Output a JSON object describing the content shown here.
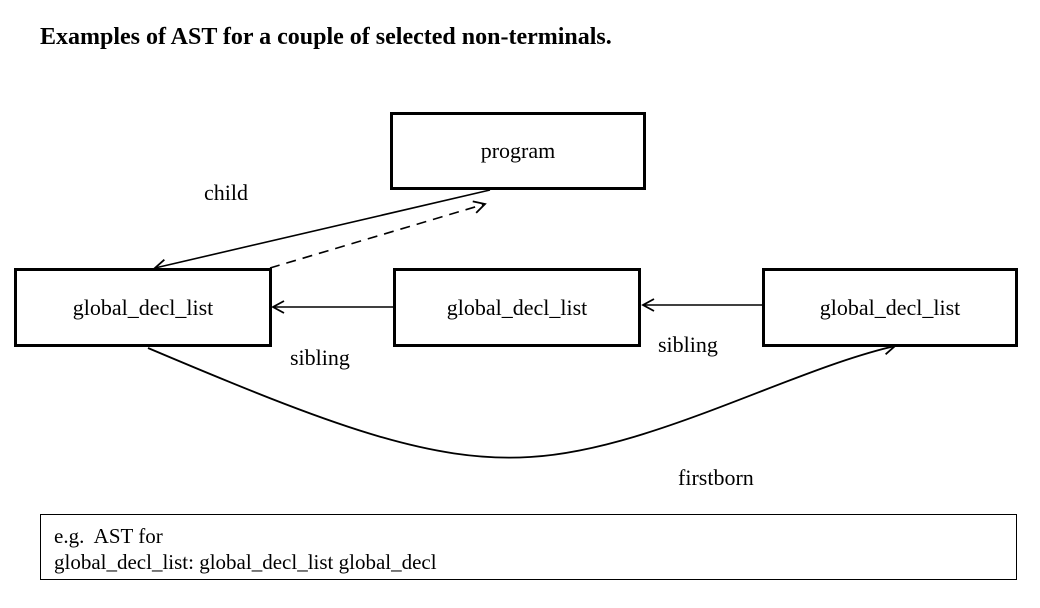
{
  "title": "Examples of AST for a couple of selected non-terminals.",
  "nodes": {
    "program": "program",
    "left": "global_decl_list",
    "middle": "global_decl_list",
    "right": "global_decl_list"
  },
  "edge_labels": {
    "child": "child",
    "sibling_1": "sibling",
    "sibling_2": "sibling",
    "firstborn": "firstborn"
  },
  "note": {
    "line1": "e.g.  AST for",
    "line2": "global_decl_list: global_decl_list global_decl"
  }
}
